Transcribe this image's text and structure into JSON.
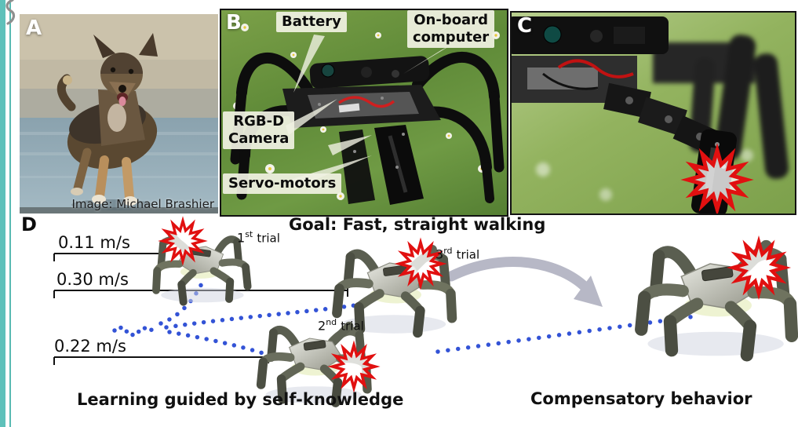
{
  "colors": {
    "accent_teal": "#5ec1ba",
    "damage_red": "#e11010",
    "trajectory_blue": "#3353d6",
    "arrow_grey": "#b7b8c6"
  },
  "panel_a": {
    "label": "A",
    "credit": "Image: Michael Brashier"
  },
  "panel_b": {
    "label": "B",
    "callout_battery": "Battery",
    "callout_onboard_line1": "On-board",
    "callout_onboard_line2": "computer",
    "callout_camera_line1": "RGB-D",
    "callout_camera_line2": "Camera",
    "callout_servos": "Servo-motors"
  },
  "panel_c": {
    "label": "C"
  },
  "panel_d": {
    "label": "D",
    "title": "Goal: Fast, straight walking",
    "rows": [
      {
        "speed": "0.11 m/s",
        "ordinal": "1",
        "suffix": "st",
        "word": "trial"
      },
      {
        "speed": "0.30 m/s",
        "ordinal": "3",
        "suffix": "rd",
        "word": "trial"
      },
      {
        "speed": "0.22 m/s",
        "ordinal": "2",
        "suffix": "nd",
        "word": "trial"
      }
    ],
    "caption_left": "Learning guided by self-knowledge",
    "caption_right": "Compensatory behavior"
  }
}
